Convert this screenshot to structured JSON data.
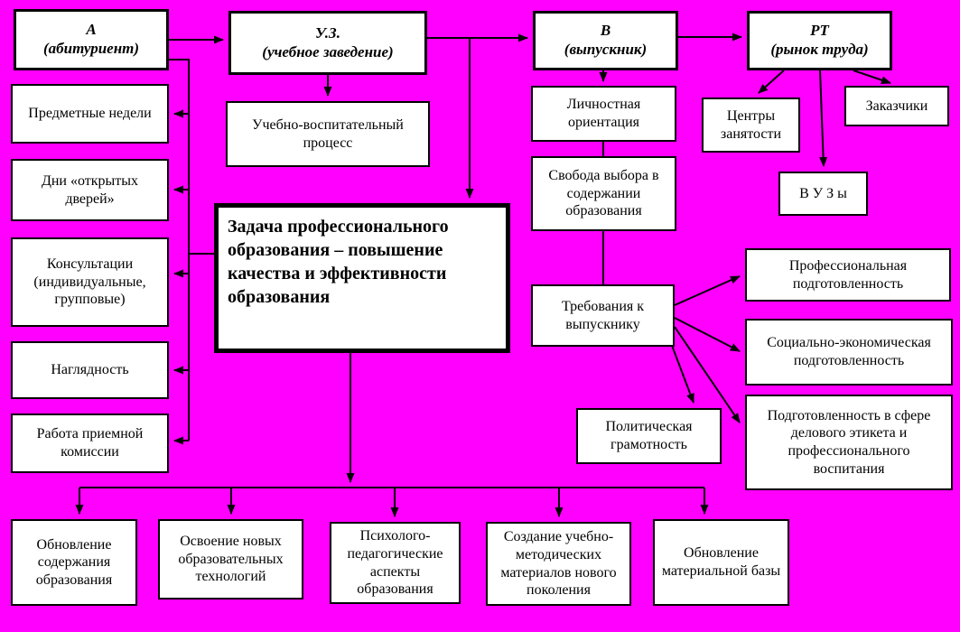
{
  "colors": {
    "background": "#FF00FF",
    "box_background": "#FFFFFF",
    "box_border": "#000000",
    "text": "#000000"
  },
  "nodes": {
    "a_title": "А",
    "a_sub": "(абитуриент)",
    "uz_title": "У.З.",
    "uz_sub": "(учебное заведение)",
    "v_title": "В",
    "v_sub": "(выпускник)",
    "rt_title": "РТ",
    "rt_sub": "(рынок труда)",
    "subject_weeks": "Предметные недели",
    "open_days": "Дни «открытых дверей»",
    "consultations": "Консультации (индивидуальные, групповые)",
    "visibility": "Наглядность",
    "admissions": "Работа приемной комиссии",
    "process": "Учебно-воспитательный процесс",
    "task": "Задача профессионального образования – повышение качества и эффективности образования",
    "personal": "Личностная ориентация",
    "freedom": "Свобода выбора в содержании образования",
    "requirements": "Требования к выпускнику",
    "political": "Политическая грамотность",
    "employment_centers": "Центры занятости",
    "customers": "Заказчики",
    "universities": "В У З ы",
    "professional": "Профессиональная подготовленность",
    "social_economic": "Социально-экономическая подготовленность",
    "etiquette": "Подготовленность в сфере делового этикета и профессионального воспитания",
    "content_update": "Обновление содержания образования",
    "new_technologies": "Освоение новых образовательных технологий",
    "psych_pedagogical": "Психолого-педагогические аспекты образования",
    "new_materials": "Создание учебно-методических материалов нового поколения",
    "material_base": "Обновление материальной базы"
  }
}
